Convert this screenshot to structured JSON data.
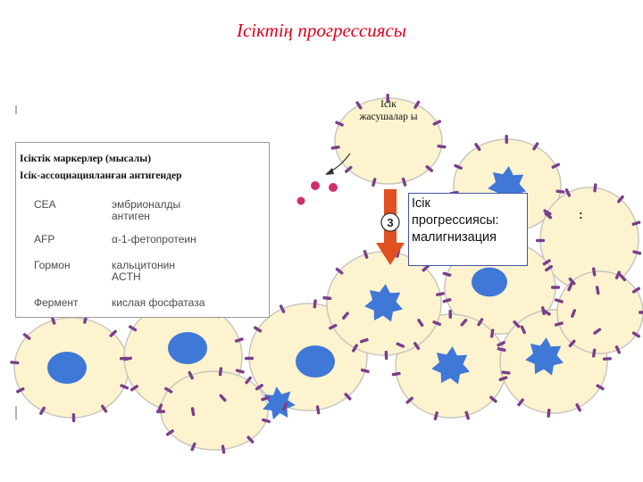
{
  "title": "Ісіктің прогрессиясы",
  "cell_label": {
    "line1": "Ісік",
    "line2": "жасушалар ы"
  },
  "marker_panel": {
    "heading1": "Ісіктік маркерлер (мысалы)",
    "heading2": "Ісік-ассоциацияланған антигендер",
    "rows": [
      {
        "type": "CEA",
        "example_line1": "эмбрионалды",
        "example_line2": "антиген"
      },
      {
        "type": "AFP",
        "example_line1": "α-1-фетопротеин",
        "example_line2": ""
      },
      {
        "type": "Гормон",
        "example_line1": "кальцитонин",
        "example_line2": "ACTH"
      },
      {
        "type": "Фермент",
        "example_line1": "кислая фосфатаза",
        "example_line2": ""
      }
    ]
  },
  "step_number": "3",
  "progression_box": {
    "line1": "Ісік",
    "line2": "прогрессиясы:",
    "line3": "малигнизация"
  },
  "stray_mark": ":",
  "colors": {
    "title": "#e0001b",
    "cell_fill": "#fdf3cf",
    "cell_border": "#c7c7bd",
    "nucleus": "#3f78d6",
    "membrane_marker": "#7a3f8a",
    "free_antigen": "#d0306e",
    "arrow": "#e05020"
  }
}
